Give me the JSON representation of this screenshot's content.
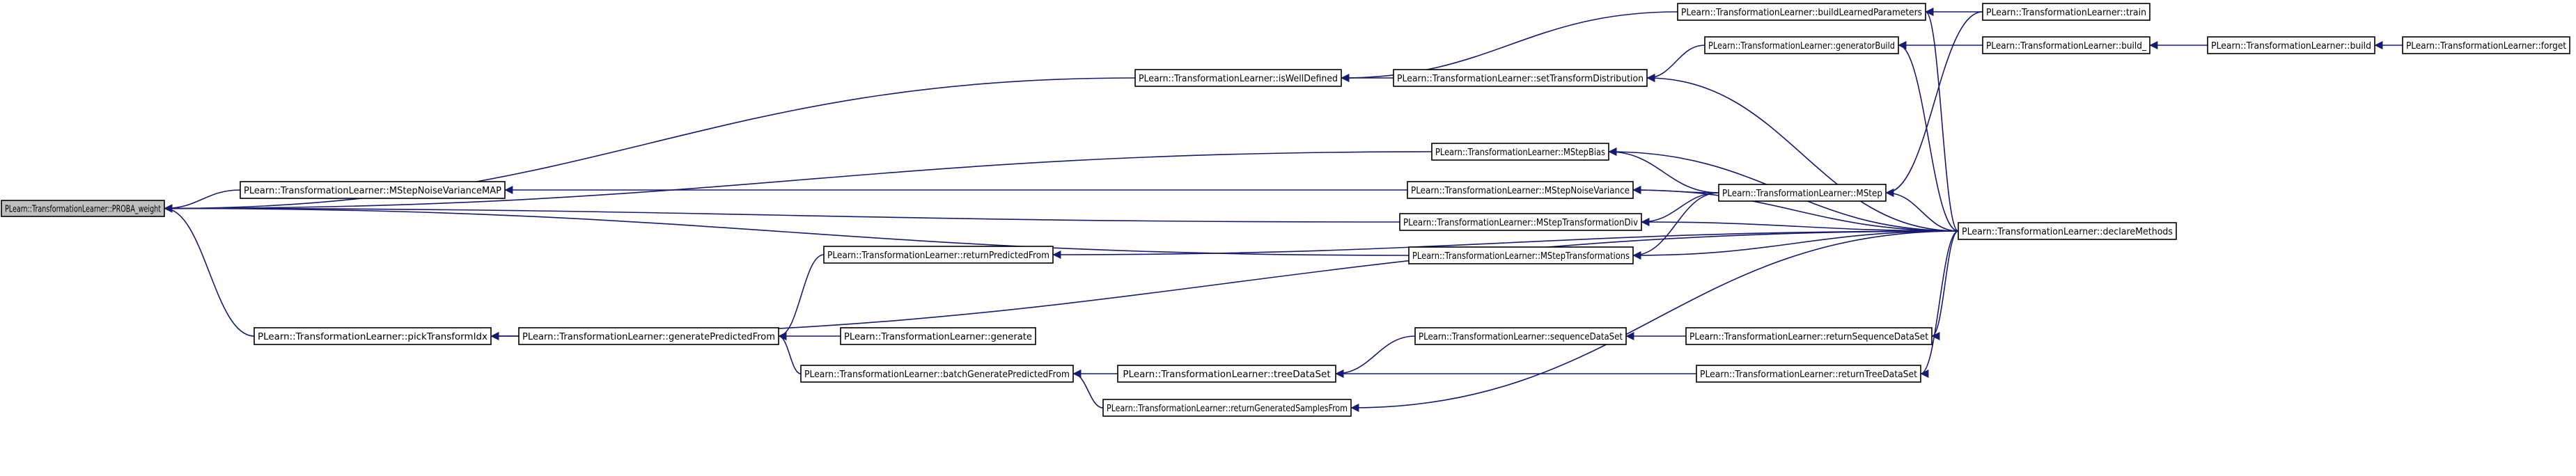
{
  "colors": {
    "edge": "#191970",
    "node_fill": "#ffffff",
    "root_fill": "#bfbfbf",
    "border": "#000000"
  },
  "nodes": {
    "proba": {
      "label": "PLearn::TransformationLearner::PROBA_weight"
    },
    "iswell": {
      "label": "PLearn::TransformationLearner::isWellDefined"
    },
    "buildlearn": {
      "label": "PLearn::TransformationLearner::buildLearnedParameters"
    },
    "train": {
      "label": "PLearn::TransformationLearner::train"
    },
    "settrans": {
      "label": "PLearn::TransformationLearner::setTransformDistribution"
    },
    "genbuild": {
      "label": "PLearn::TransformationLearner::generatorBuild"
    },
    "build_": {
      "label": "PLearn::TransformationLearner::build_"
    },
    "build": {
      "label": "PLearn::TransformationLearner::build"
    },
    "forget": {
      "label": "PLearn::TransformationLearner::forget"
    },
    "msbias": {
      "label": "PLearn::TransformationLearner::MStepBias"
    },
    "msnvmap": {
      "label": "PLearn::TransformationLearner::MStepNoiseVarianceMAP"
    },
    "msnv": {
      "label": "PLearn::TransformationLearner::MStepNoiseVariance"
    },
    "mstep": {
      "label": "PLearn::TransformationLearner::MStep"
    },
    "mstd": {
      "label": "PLearn::TransformationLearner::MStepTransformationDiv"
    },
    "mst": {
      "label": "PLearn::TransformationLearner::MStepTransformations"
    },
    "declare": {
      "label": "PLearn::TransformationLearner::declareMethods"
    },
    "retpred": {
      "label": "PLearn::TransformationLearner::returnPredictedFrom"
    },
    "pick": {
      "label": "PLearn::TransformationLearner::pickTransformIdx"
    },
    "genpred": {
      "label": "PLearn::TransformationLearner::generatePredictedFrom"
    },
    "generate": {
      "label": "PLearn::TransformationLearner::generate"
    },
    "seqds": {
      "label": "PLearn::TransformationLearner::sequenceDataSet"
    },
    "retseq": {
      "label": "PLearn::TransformationLearner::returnSequenceDataSet"
    },
    "batchgen": {
      "label": "PLearn::TransformationLearner::batchGeneratePredictedFrom"
    },
    "treeds": {
      "label": "PLearn::TransformationLearner::treeDataSet"
    },
    "rettree": {
      "label": "PLearn::TransformationLearner::returnTreeDataSet"
    },
    "retgen": {
      "label": "PLearn::TransformationLearner::returnGeneratedSamplesFrom"
    }
  },
  "edges": [
    {
      "from": "iswell",
      "to": "proba"
    },
    {
      "from": "msbias",
      "to": "proba"
    },
    {
      "from": "msnvmap",
      "to": "proba"
    },
    {
      "from": "mstd",
      "to": "proba"
    },
    {
      "from": "mst",
      "to": "proba"
    },
    {
      "from": "pick",
      "to": "proba"
    },
    {
      "from": "buildlearn",
      "to": "iswell"
    },
    {
      "from": "settrans",
      "to": "iswell"
    },
    {
      "from": "train",
      "to": "buildlearn"
    },
    {
      "from": "declare",
      "to": "buildlearn"
    },
    {
      "from": "genbuild",
      "to": "settrans"
    },
    {
      "from": "declare",
      "to": "settrans"
    },
    {
      "from": "build_",
      "to": "genbuild"
    },
    {
      "from": "declare",
      "to": "genbuild"
    },
    {
      "from": "build",
      "to": "build_"
    },
    {
      "from": "forget",
      "to": "build"
    },
    {
      "from": "mstep",
      "to": "msbias"
    },
    {
      "from": "declare",
      "to": "msbias"
    },
    {
      "from": "msnv",
      "to": "msnvmap"
    },
    {
      "from": "mstep",
      "to": "msnv"
    },
    {
      "from": "declare",
      "to": "msnv"
    },
    {
      "from": "mstep",
      "to": "mstd"
    },
    {
      "from": "declare",
      "to": "mstd"
    },
    {
      "from": "mstep",
      "to": "mst"
    },
    {
      "from": "declare",
      "to": "mst"
    },
    {
      "from": "train",
      "to": "mstep"
    },
    {
      "from": "declare",
      "to": "mstep"
    },
    {
      "from": "genpred",
      "to": "pick"
    },
    {
      "from": "declare",
      "to": "pick"
    },
    {
      "from": "retpred",
      "to": "genpred"
    },
    {
      "from": "generate",
      "to": "genpred"
    },
    {
      "from": "batchgen",
      "to": "genpred"
    },
    {
      "from": "declare",
      "to": "retpred"
    },
    {
      "from": "treeds",
      "to": "batchgen"
    },
    {
      "from": "retgen",
      "to": "batchgen"
    },
    {
      "from": "seqds",
      "to": "treeds"
    },
    {
      "from": "rettree",
      "to": "treeds"
    },
    {
      "from": "retseq",
      "to": "seqds"
    },
    {
      "from": "declare",
      "to": "retseq"
    },
    {
      "from": "declare",
      "to": "rettree"
    },
    {
      "from": "declare",
      "to": "retgen"
    }
  ]
}
